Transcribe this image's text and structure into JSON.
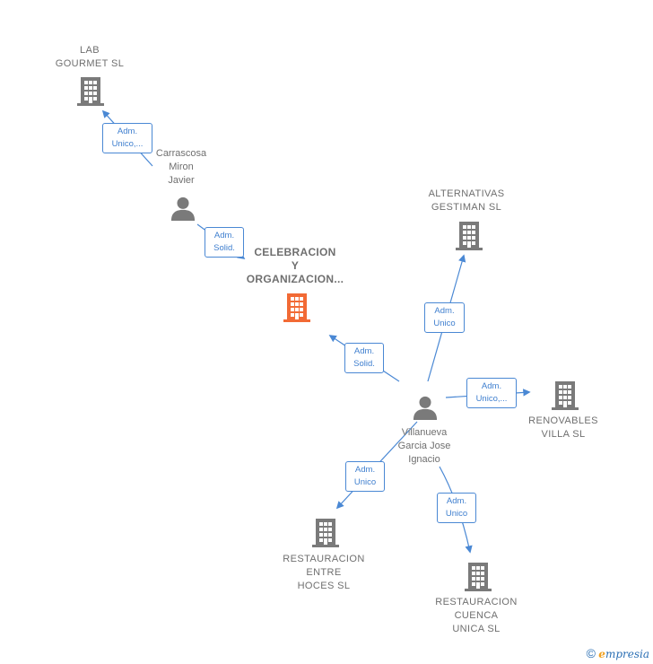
{
  "nodes": {
    "lab_gourmet": {
      "label": "LAB\nGOURMET  SL"
    },
    "carrascosa": {
      "label": "Carrascosa\nMiron\nJavier"
    },
    "celebracion": {
      "label": "CELEBRACION\nY\nORGANIZACION..."
    },
    "alternativas": {
      "label": "ALTERNATIVAS\nGESTIMAN SL"
    },
    "villanueva": {
      "label": "Villanueva\nGarcia Jose\nIgnacio"
    },
    "renovables": {
      "label": "RENOVABLES\nVILLA SL"
    },
    "restauracion_entre": {
      "label": "RESTAURACION\nENTRE\nHOCES SL"
    },
    "restauracion_cuenca": {
      "label": "RESTAURACION\nCUENCA\nUNICA  SL"
    }
  },
  "edges": {
    "e1": {
      "label": "Adm.\nUnico,..."
    },
    "e2": {
      "label": "Adm.\nSolid."
    },
    "e3": {
      "label": "Adm.\nSolid."
    },
    "e4": {
      "label": "Adm.\nUnico"
    },
    "e5": {
      "label": "Adm.\nUnico,..."
    },
    "e6": {
      "label": "Adm.\nUnico"
    },
    "e7": {
      "label": "Adm.\nUnico"
    }
  },
  "colors": {
    "edge": "#4a88d4",
    "company": "#7a7a7a",
    "main_company": "#f26a35",
    "person": "#7a7a7a"
  },
  "icons": {
    "company": "building-icon",
    "person": "person-icon"
  },
  "footer": {
    "copyright": "©",
    "brand_e": "e",
    "brand": "mpresia"
  }
}
